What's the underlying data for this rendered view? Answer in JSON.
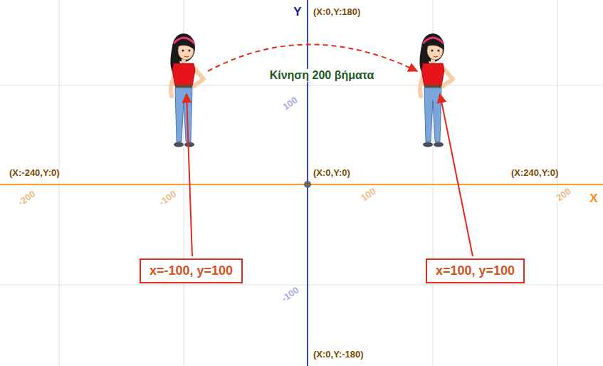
{
  "diagram": {
    "nodes": [
      {
        "text": [
          "x=-100, y=100"
        ]
      },
      {
        "text": [
          "x=100, y=100"
        ]
      }
    ],
    "labels": [
      "Y",
      "(X:0,Y:180)",
      "Κίνηση 200 βήματα",
      "100",
      "(X:-240,Y:0)",
      "(X:0,Y:0)",
      "(X:240,Y:0)",
      "-200",
      "-100",
      "100",
      "200",
      "X",
      "-100",
      "(X:0,Y:-180)"
    ]
  }
}
